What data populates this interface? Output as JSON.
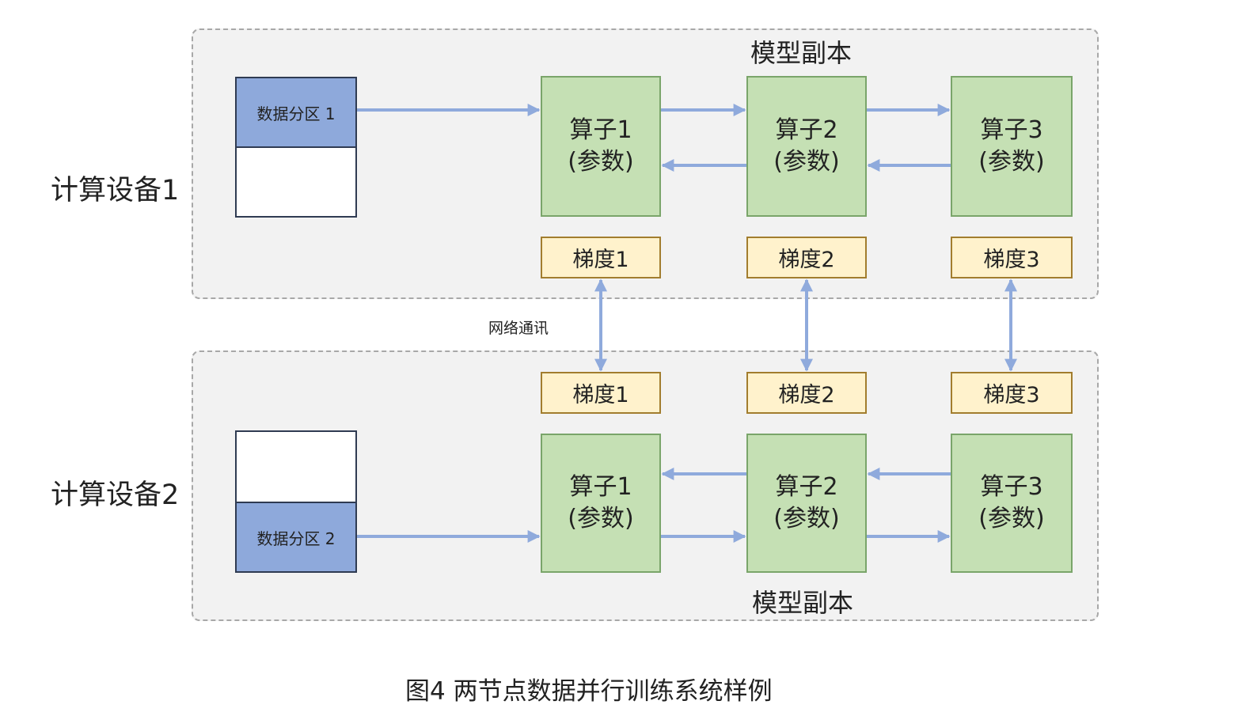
{
  "device1": {
    "label": "计算设备1",
    "replica_label": "模型副本",
    "partition_label": "数据分区 1",
    "operators": [
      {
        "name": "算子1",
        "sub": "(参数)"
      },
      {
        "name": "算子2",
        "sub": "(参数)"
      },
      {
        "name": "算子3",
        "sub": "(参数)"
      }
    ],
    "gradients": [
      "梯度1",
      "梯度2",
      "梯度3"
    ]
  },
  "device2": {
    "label": "计算设备2",
    "replica_label": "模型副本",
    "partition_label": "数据分区 2",
    "operators": [
      {
        "name": "算子1",
        "sub": "(参数)"
      },
      {
        "name": "算子2",
        "sub": "(参数)"
      },
      {
        "name": "算子3",
        "sub": "(参数)"
      }
    ],
    "gradients": [
      "梯度1",
      "梯度2",
      "梯度3"
    ]
  },
  "network_label": "网络通讯",
  "caption": "图4 两节点数据并行训练系统样例",
  "colors": {
    "arrow": "#8faadc",
    "partition_fill": "#8ea9db",
    "operator_fill": "#c5e0b4",
    "gradient_fill": "#fff2cc",
    "region_fill": "#f2f2f2"
  }
}
